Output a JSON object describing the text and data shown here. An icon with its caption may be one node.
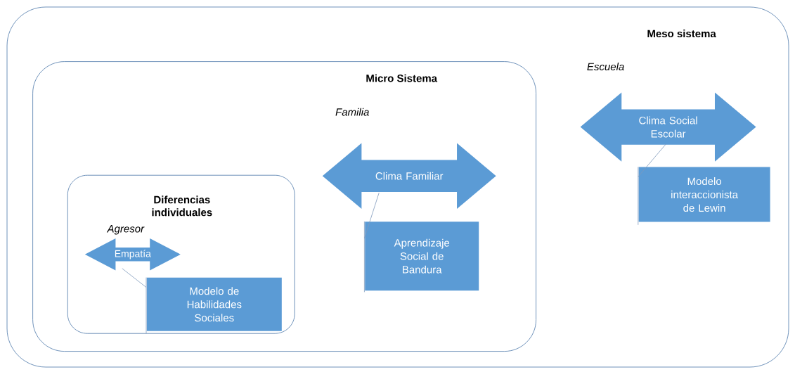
{
  "diagram": {
    "nodes": [
      {
        "text": [
          "Meso sistema",
          "Escuela"
        ]
      },
      {
        "text": [
          "Micro Sistema",
          "Familia"
        ],
        "in": 0
      },
      {
        "text": [
          "Diferencias individuales",
          "Agresor"
        ],
        "in": 1
      },
      {
        "text": [
          "Empatía"
        ],
        "in": 2
      },
      {
        "text": [
          "Modelo de Habilidades Sociales"
        ],
        "in": 2
      },
      {
        "text": [
          "Clima Familiar"
        ],
        "in": 1
      },
      {
        "text": [
          "Aprendizaje Social de Bandura"
        ],
        "in": 1
      },
      {
        "text": [
          "Clima Social Escolar"
        ],
        "in": 0
      },
      {
        "text": [
          "Modelo interaccionista de Lewin"
        ],
        "in": 0
      }
    ],
    "edges": [
      {
        "from": 3,
        "to": 4,
        "arrow": "none"
      },
      {
        "from": 5,
        "to": 6,
        "arrow": "none"
      },
      {
        "from": 7,
        "to": 8,
        "arrow": "none"
      }
    ]
  }
}
